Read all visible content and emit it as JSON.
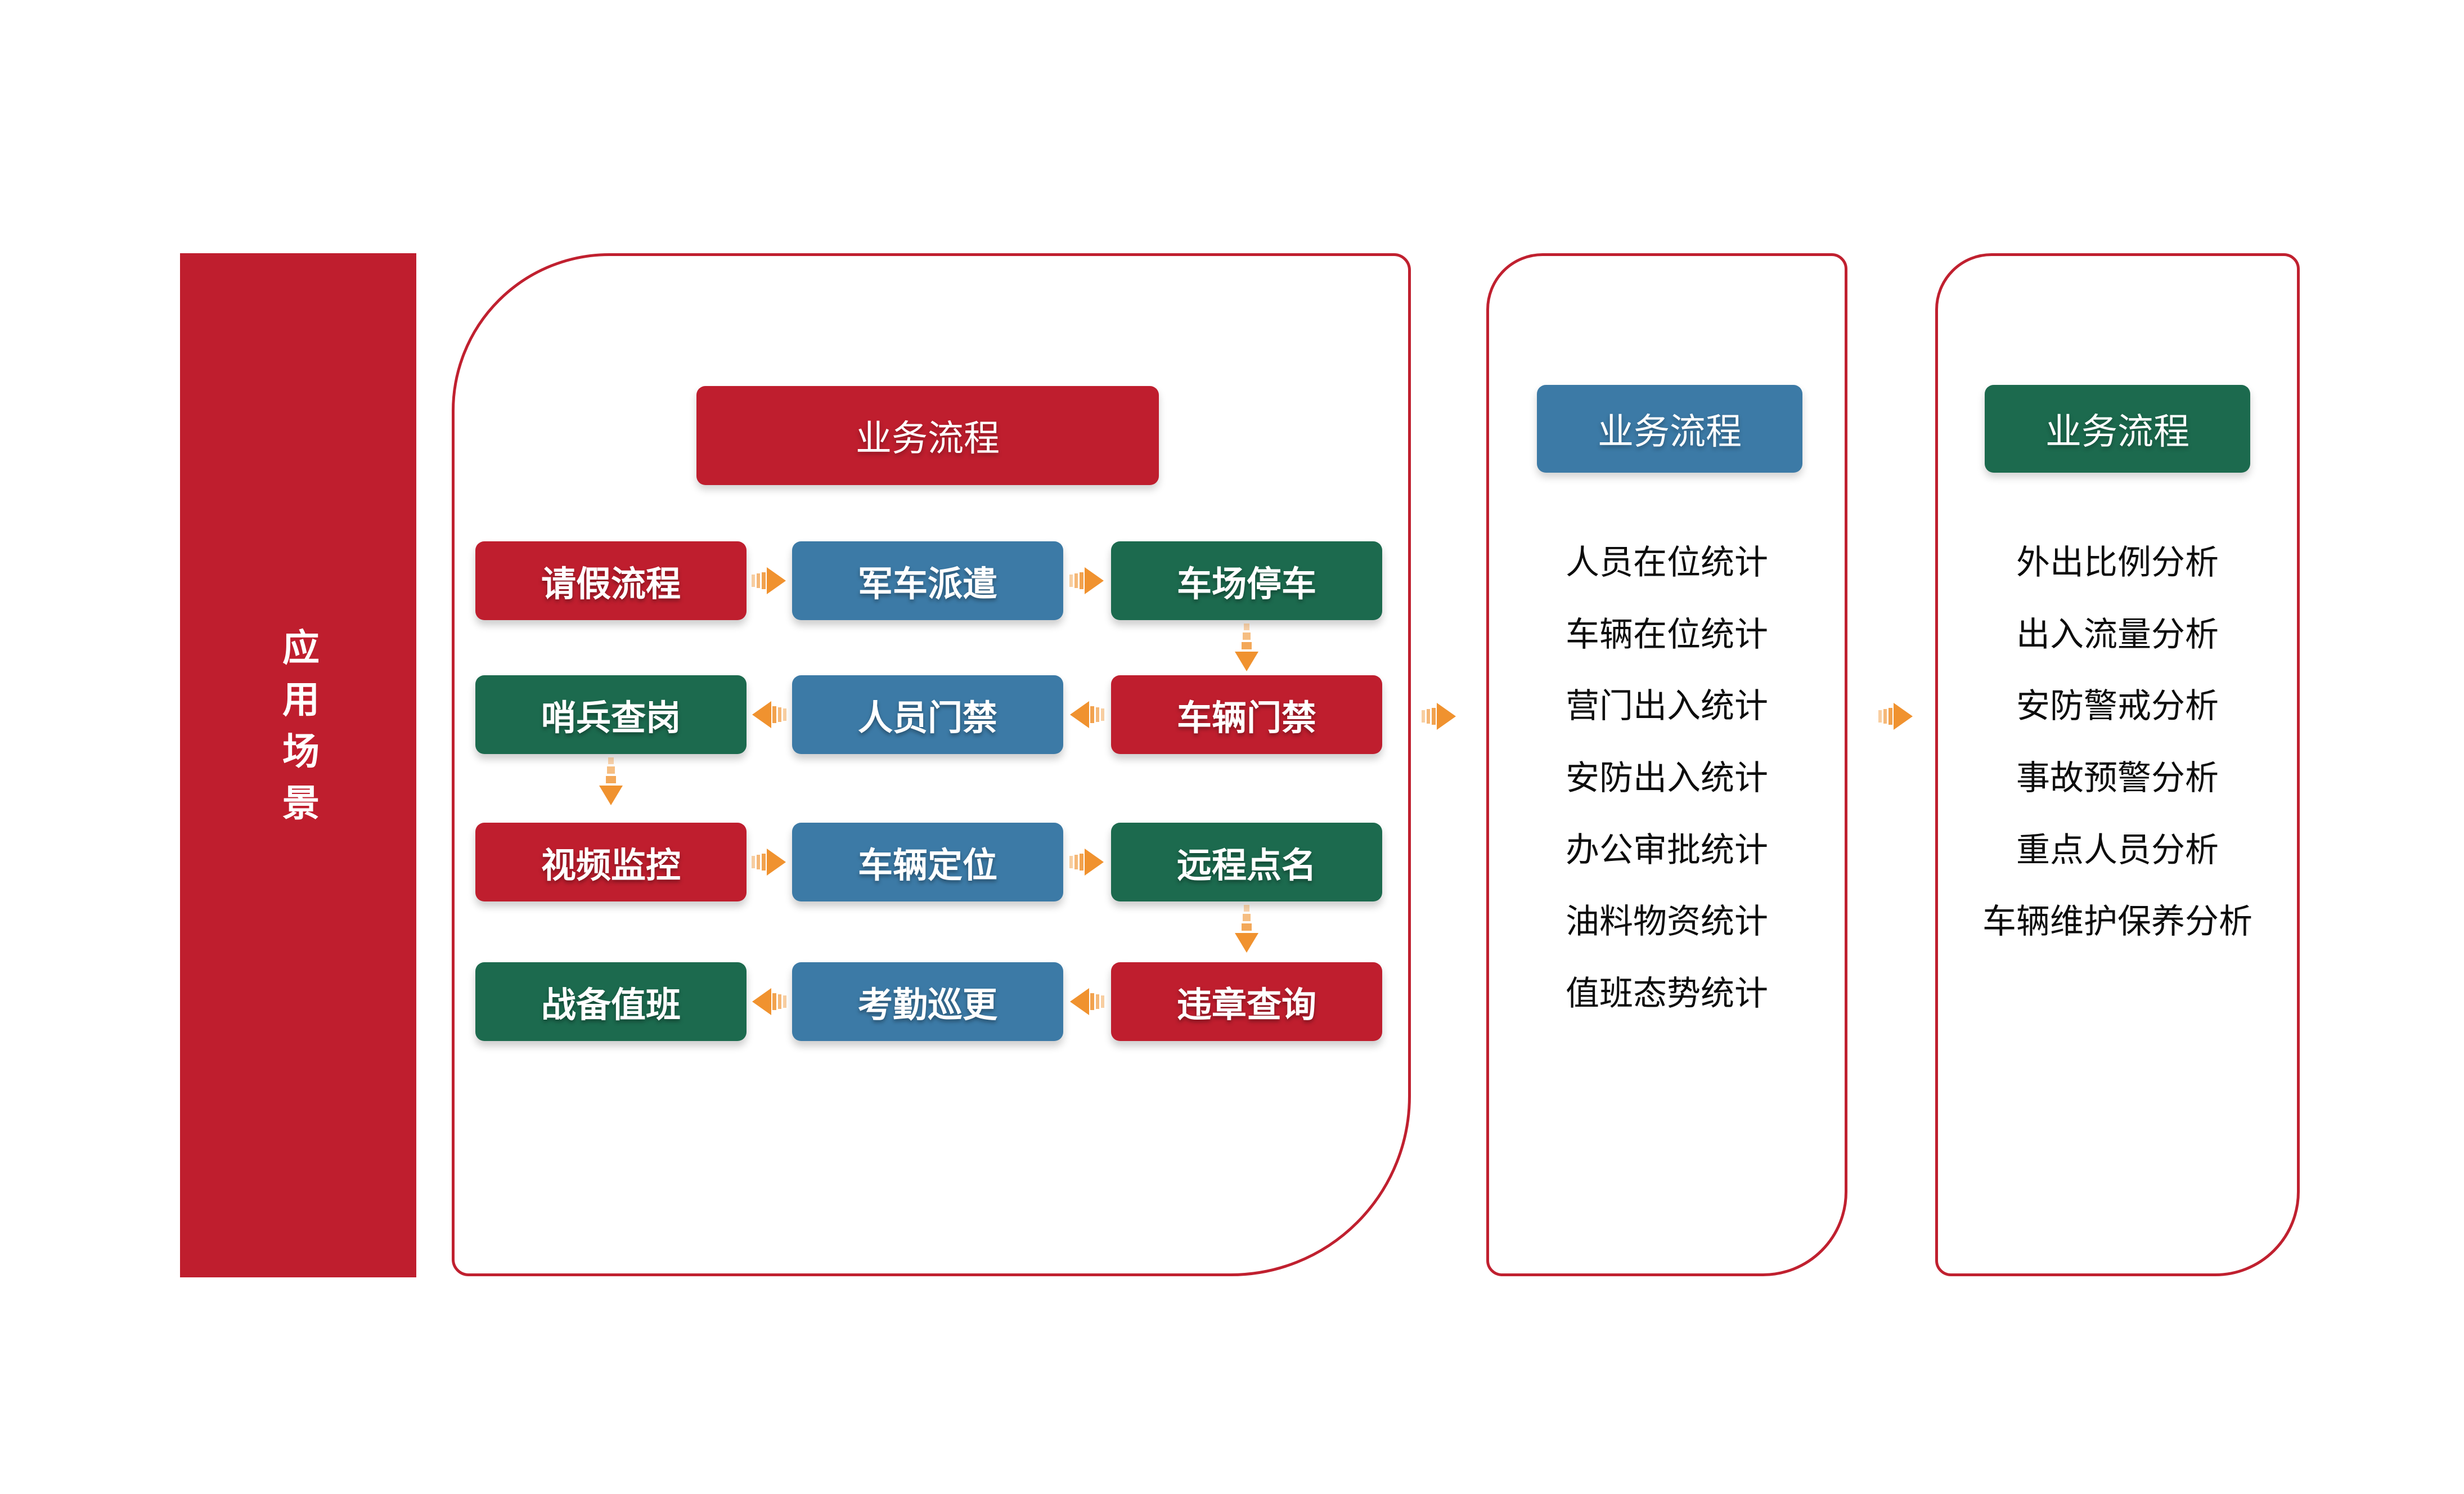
{
  "colors": {
    "red": "#BF1E2E",
    "blue": "#3C7AA6",
    "green": "#1C6A4E",
    "orange": "#F0922F",
    "outline": "#C0202F",
    "list_text": "#0D0D0D"
  },
  "left_bar": {
    "label": "应用场景"
  },
  "panel1": {
    "header": {
      "label": "业务流程",
      "color": "red"
    },
    "grid": {
      "rows": [
        {
          "direction": "right",
          "down_connector_col": 2,
          "boxes": [
            {
              "label": "请假流程",
              "color": "red"
            },
            {
              "label": "军车派遣",
              "color": "blue"
            },
            {
              "label": "车场停车",
              "color": "green"
            }
          ]
        },
        {
          "direction": "left",
          "down_connector_col": 0,
          "boxes": [
            {
              "label": "哨兵查岗",
              "color": "green"
            },
            {
              "label": "人员门禁",
              "color": "blue"
            },
            {
              "label": "车辆门禁",
              "color": "red"
            }
          ]
        },
        {
          "direction": "right",
          "down_connector_col": 2,
          "boxes": [
            {
              "label": "视频监控",
              "color": "red"
            },
            {
              "label": "车辆定位",
              "color": "blue"
            },
            {
              "label": "远程点名",
              "color": "green"
            }
          ]
        },
        {
          "direction": "left",
          "down_connector_col": null,
          "boxes": [
            {
              "label": "战备值班",
              "color": "green"
            },
            {
              "label": "考勤巡更",
              "color": "blue"
            },
            {
              "label": "违章查询",
              "color": "red"
            }
          ]
        }
      ]
    }
  },
  "panel2": {
    "header": {
      "label": "业务流程",
      "color": "blue"
    },
    "items": [
      "人员在位统计",
      "车辆在位统计",
      "营门出入统计",
      "安防出入统计",
      "办公审批统计",
      "油料物资统计",
      "值班态势统计"
    ]
  },
  "panel3": {
    "header": {
      "label": "业务流程",
      "color": "green"
    },
    "items": [
      "外出比例分析",
      "出入流量分析",
      "安防警戒分析",
      "事故预警分析",
      "重点人员分析",
      "车辆维护保养分析"
    ]
  },
  "connectors": {
    "panel1_to_panel2": "arrow-right",
    "panel2_to_panel3": "arrow-right"
  }
}
